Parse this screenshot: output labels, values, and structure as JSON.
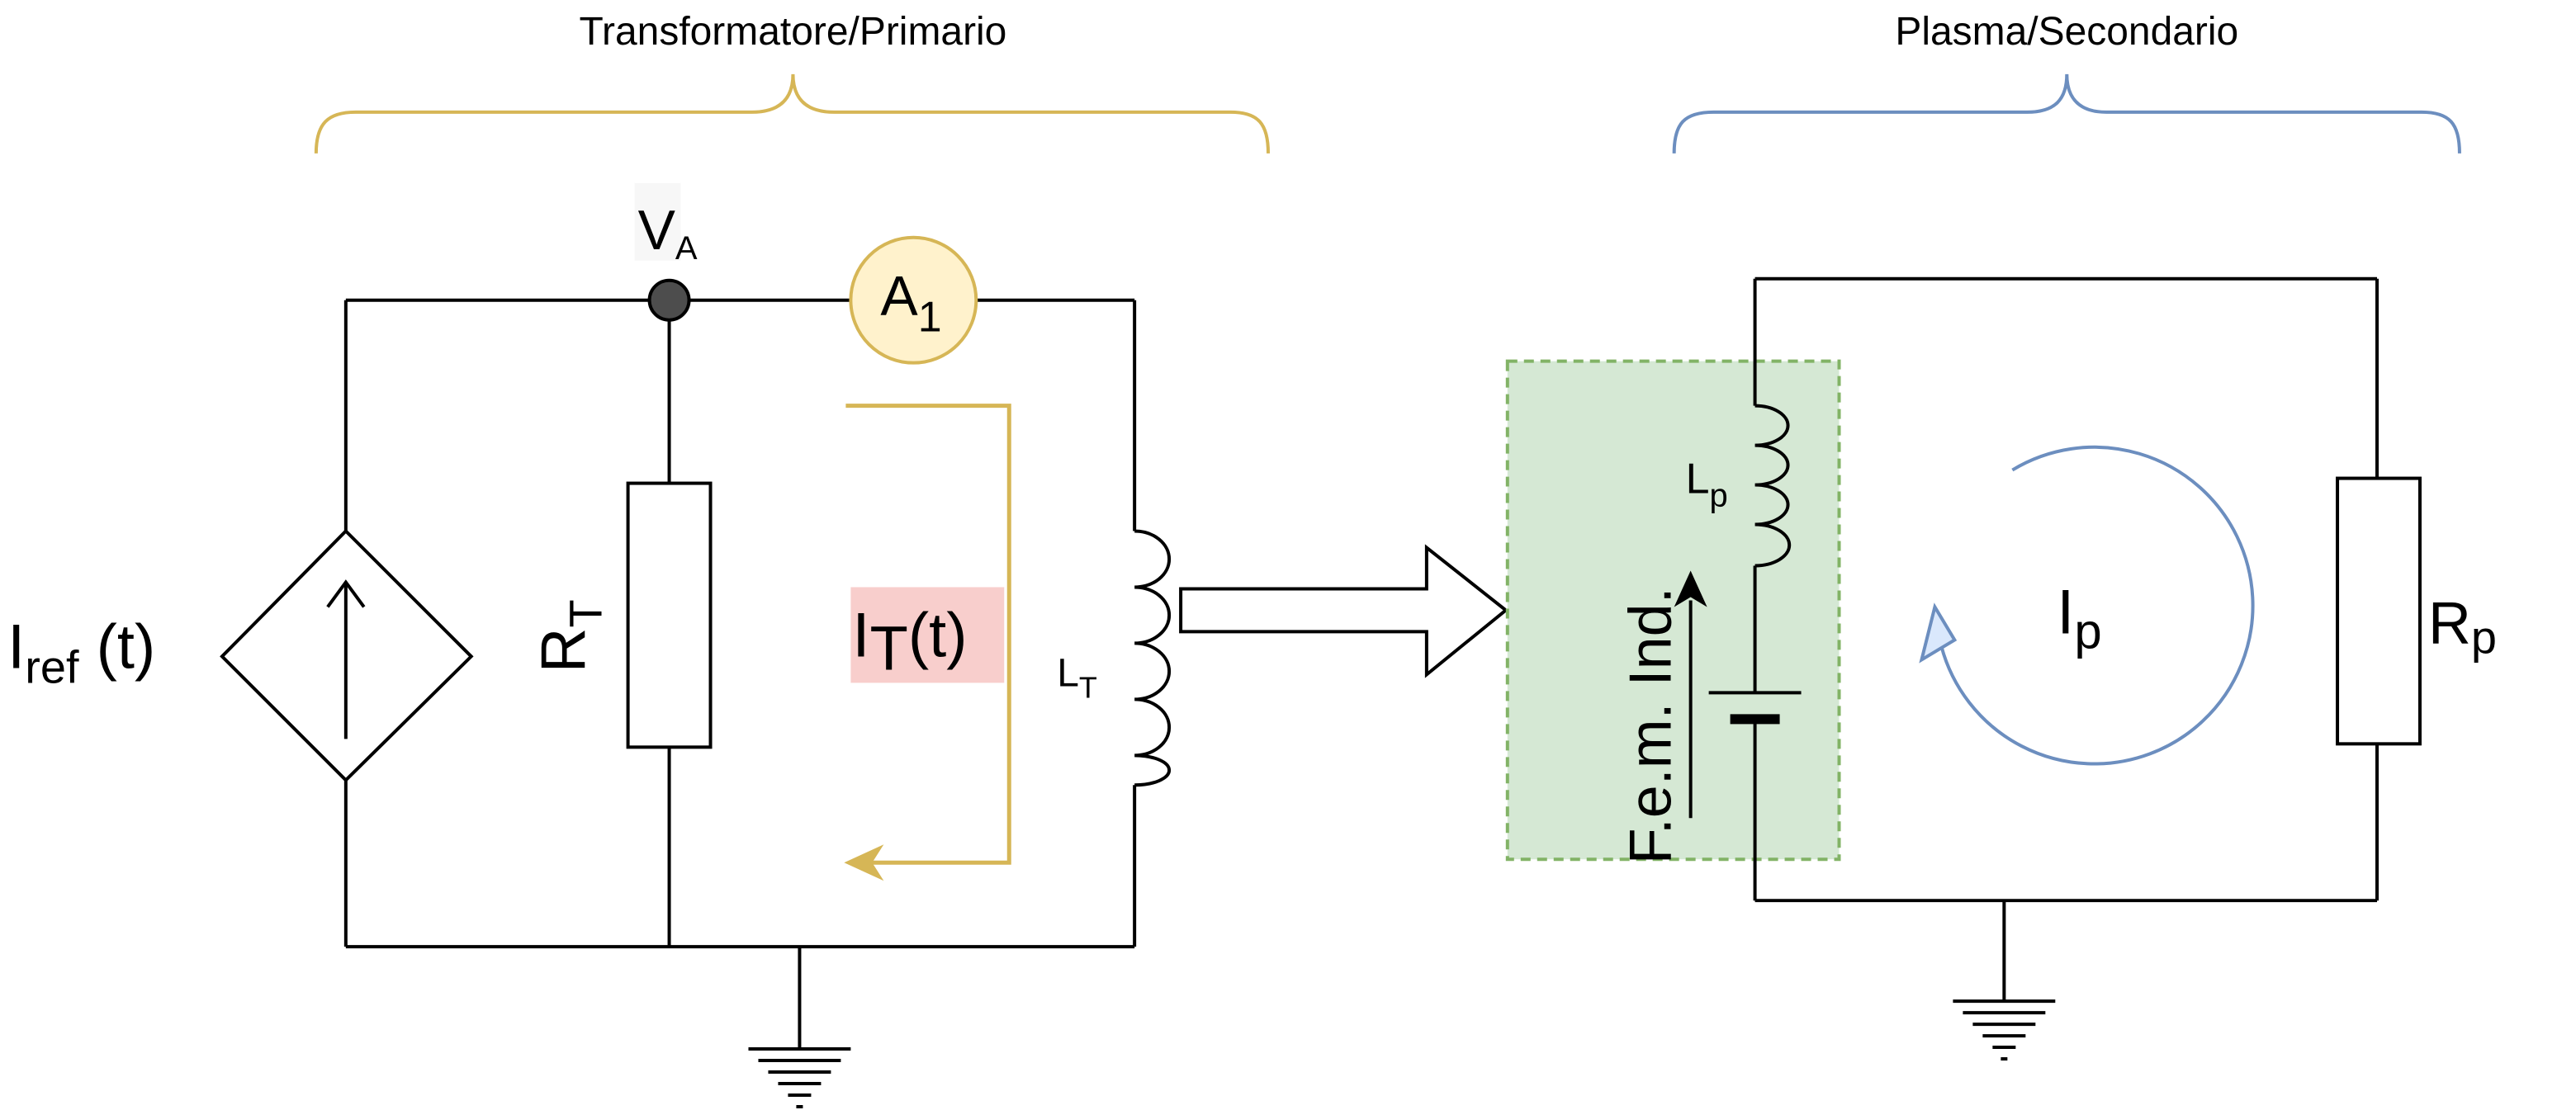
{
  "primary": {
    "title": "Transformatore/Primario",
    "node_va": {
      "main": "V",
      "sub": "A"
    },
    "ammeter": {
      "main": "A",
      "sub": "1"
    },
    "source": {
      "main": "I",
      "sub": "ref",
      "suffix": " (t)"
    },
    "resistor": {
      "main": "R",
      "sub": "T"
    },
    "current": {
      "main": "I",
      "sub": "T",
      "suffix": "(t)"
    },
    "inductor": {
      "main": "L",
      "sub": "T"
    }
  },
  "secondary": {
    "title": "Plasma/Secondario",
    "inductor": {
      "main": "L",
      "sub": "p"
    },
    "emf": "F.e.m. Ind.",
    "current": {
      "main": "I",
      "sub": "p"
    },
    "resistor": {
      "main": "R",
      "sub": "p"
    }
  },
  "colors": {
    "primary_brace": "#d6b656",
    "secondary_brace": "#6c8ebf",
    "ammeter_fill": "#fff2cc",
    "ammeter_stroke": "#d6b656",
    "node_fill": "#4d4d4d",
    "current_label_bg": "#f8cecc",
    "primary_current_arrow": "#d6b656",
    "emf_region_fill": "#d5e8d4",
    "emf_region_stroke": "#82b366",
    "plasma_current_arrow": "#6c8ebf",
    "plasma_arrow_head_fill": "#dae8fc"
  }
}
